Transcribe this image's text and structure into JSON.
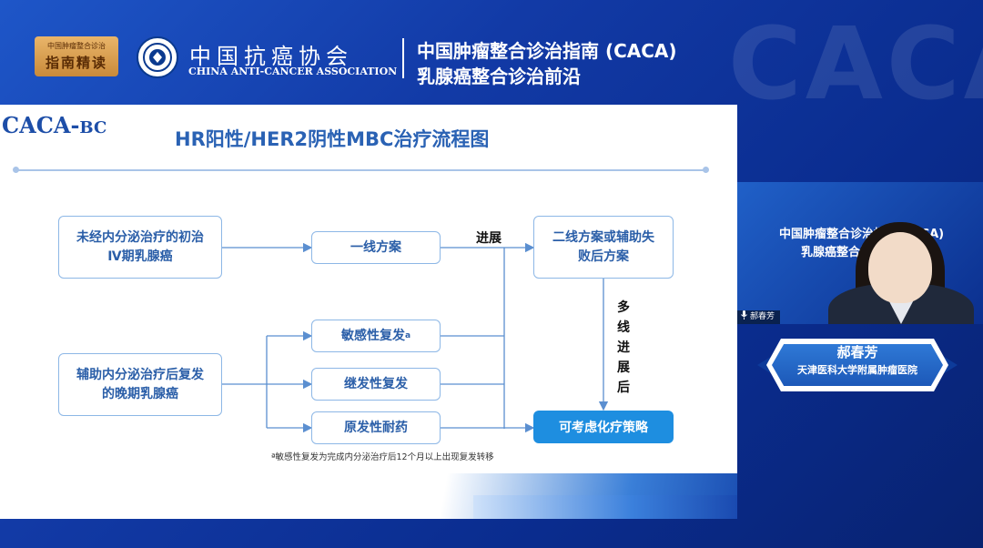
{
  "header": {
    "badge_top": "中国肿瘤整合诊治",
    "badge_main": "指南精读",
    "org_cn": "中国抗癌协会",
    "org_en": "CHINA ANTI-CANCER ASSOCIATION",
    "title_line1": "中国肿瘤整合诊治指南 (CACA)",
    "title_line2": "乳腺癌整合诊治前沿",
    "bg_word": "CACA"
  },
  "slide": {
    "brand_main": "CACA-",
    "brand_sub": "BC",
    "title": "HR阳性/HER2阴性MBC治疗流程图",
    "boxes": {
      "initial": "未经内分泌治疗的初治\nⅣ期乳腺癌",
      "first_line": "一线方案",
      "second_line": "二线方案或辅助失\n败后方案",
      "relapse": "辅助内分泌治疗后复发\n的晚期乳腺癌",
      "sensitive": "敏感性复发",
      "sensitive_sup": "a",
      "secondary": "继发性复发",
      "primary": "原发性耐药",
      "chemo": "可考虑化疗策略"
    },
    "labels": {
      "progress": "进展",
      "multiline": [
        "多",
        "线",
        "进",
        "展",
        "后"
      ]
    },
    "footnote": "ª敏感性复发为完成内分泌治疗后12个月以上出现复发转移"
  },
  "video": {
    "speaker_tag": "郝春芳",
    "bg_text1": "中国肿瘤整合诊治指南(CACA)",
    "bg_text2": "乳腺癌整合诊治前沿"
  },
  "name_card": {
    "name": "郝春芳",
    "hospital": "天津医科大学附属肿瘤医院"
  },
  "colors": {
    "accent": "#2a62b4",
    "box_border": "#8db7e6",
    "final_box": "#1e8ee0"
  }
}
